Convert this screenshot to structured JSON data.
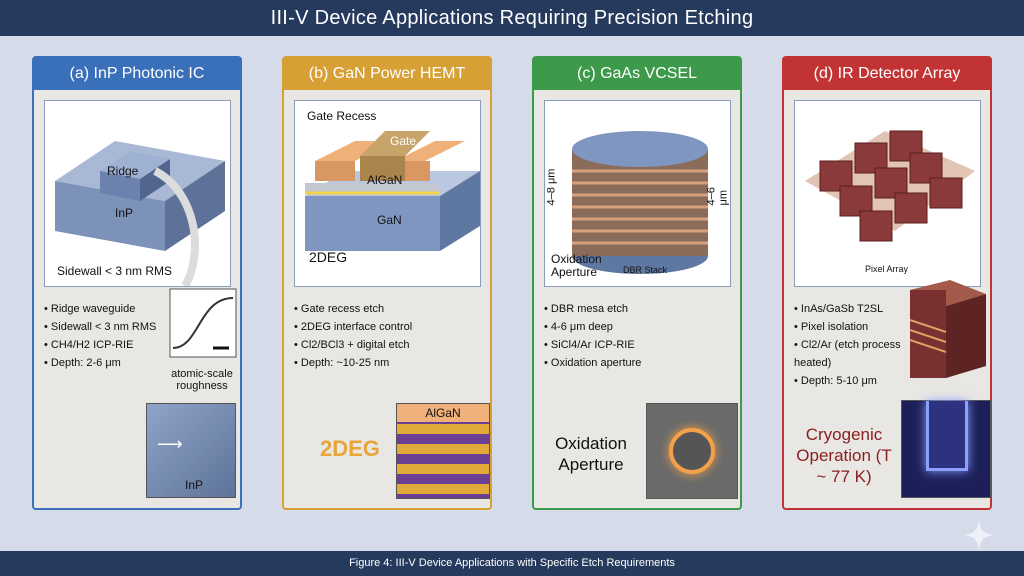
{
  "title": "III-V Device Applications Requiring Precision Etching",
  "caption": "Figure 4: III-V Device Applications with Specific Etch Requirements",
  "panels": [
    {
      "title": "(a) InP Photonic IC",
      "color": "#3a6fba",
      "labels": {
        "ridge": "Ridge",
        "inp": "InP",
        "sidewall": "Sidewall < 3 nm RMS",
        "roughness": "atomic-scale roughness",
        "inp_zoom": "InP"
      },
      "bullets": [
        "Ridge waveguide",
        "Sidewall < 3 nm RMS",
        "CH4/H2 ICP-RIE",
        "Depth: 2-6 μm"
      ]
    },
    {
      "title": "(b) GaN Power HEMT",
      "color": "#d7a035",
      "labels": {
        "gate_recess": "Gate Recess",
        "gate": "Gate",
        "algan": "AlGaN",
        "gan": "GaN",
        "twodeg": "2DEG",
        "algan_zoom": "AlGaN",
        "twodeg_big": "2DEG"
      },
      "bullets": [
        "Gate recess etch",
        "2DEG interface control",
        "Cl2/BCl3 + digital etch",
        "Depth: ~10-25 nm"
      ]
    },
    {
      "title": "(c) GaAs VCSEL",
      "color": "#3d9a4a",
      "labels": {
        "depth_left": "4–8 μm",
        "depth_right": "4–6 μm",
        "oxidation": "Oxidation Aperture",
        "dbr": "DBR Stack",
        "oxidation_big": "Oxidation Aperture"
      },
      "bullets": [
        "DBR mesa etch",
        "4-6 μm deep",
        "SiCl4/Ar ICP-RIE",
        "Oxidation aperture"
      ]
    },
    {
      "title": "(d) IR Detector Array",
      "color": "#c23434",
      "labels": {
        "pixel_array": "Pixel Array",
        "cryo": "Cryogenic Operation (T ~ 77 K)"
      },
      "bullets": [
        "InAs/GaSb T2SL",
        "Pixel isolation",
        "Cl2/Ar (etch process heated)",
        "Depth: 5-10 μm"
      ]
    }
  ]
}
